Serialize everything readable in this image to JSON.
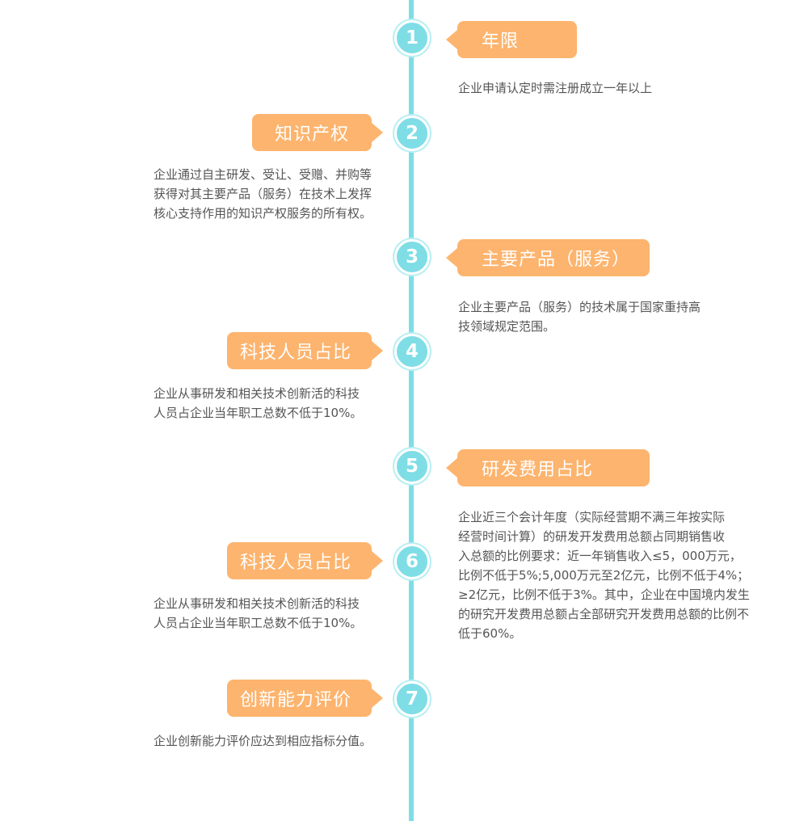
{
  "steps": [
    {
      "num": "1",
      "title": "年限",
      "desc": "企业申请认定时需注册成立一年以上"
    },
    {
      "num": "2",
      "title": "知识产权",
      "desc": "企业通过自主研发、受让、受赠、并购等\n获得对其主要产品（服务）在技术上发挥\n核心支持作用的知识产权服务的所有权。"
    },
    {
      "num": "3",
      "title": "主要产品（服务）",
      "desc": "企业主要产品（服务）的技术属于国家重持高\n技领域规定范围。"
    },
    {
      "num": "4",
      "title": "科技人员占比",
      "desc": "企业从事研发和相关技术创新活的科技\n人员占企业当年职工总数不低于10%。"
    },
    {
      "num": "5",
      "title": "研发费用占比",
      "desc": "企业近三个会计年度（实际经营期不满三年按实际\n经营时间计算）的研发开发费用总额占同期销售收\n入总额的比例要求：近一年销售收入≤5，000万元，\n比例不低于5%;5,000万元至2亿元，比例不低于4%；\n≥2亿元，比例不低于3%。其中，企业在中国境内发生\n的研究开发费用总额占全部研究开发费用总额的比例不\n低于60%。"
    },
    {
      "num": "6",
      "title": "科技人员占比",
      "desc": "企业从事研发和相关技术创新活的科技\n人员占企业当年职工总数不低于10%。"
    },
    {
      "num": "7",
      "title": "创新能力评价",
      "desc": "企业创新能力评价应达到相应指标分值。"
    }
  ],
  "colors": {
    "line": "#7fdde6",
    "tag": "#fdb46e",
    "text": "#555555"
  }
}
